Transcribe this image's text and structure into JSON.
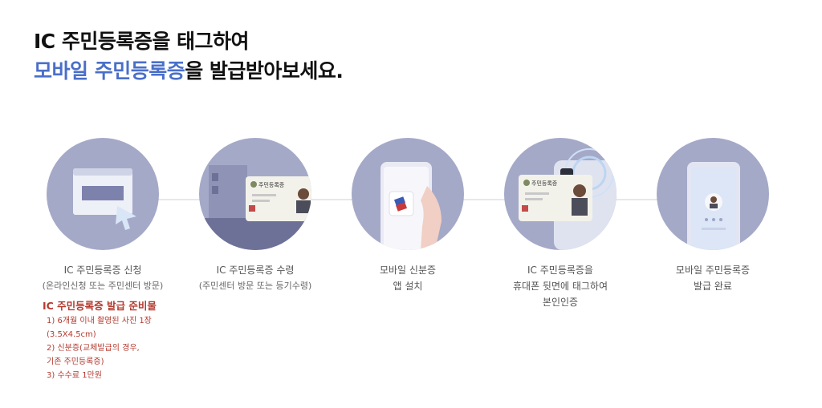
{
  "headline": {
    "line1": "IC 주민등록증을 태그하여",
    "line2_accent": "모바일 주민등록증",
    "line2_rest": "을 발급받아보세요."
  },
  "steps": [
    {
      "icon": "application-form-icon",
      "label": "IC 주민등록증 신청",
      "sub": "(온라인신청 또는 주민센터 방문)"
    },
    {
      "icon": "id-card-receive-icon",
      "label": "IC 주민등록증 수령",
      "sub": "(주민센터 방문 또는 등기수령)"
    },
    {
      "icon": "smartphone-app-icon",
      "label": "모바일 신분증",
      "sub": "앱 설치"
    },
    {
      "icon": "nfc-tag-icon",
      "label": "IC 주민등록증을",
      "sub": "휴대폰 뒷면에 태그하여",
      "sub2": "본인인증"
    },
    {
      "icon": "mobile-id-icon",
      "label": "모바일 주민등록증",
      "sub": "발급 완료"
    }
  ],
  "card_text": "주민등록증",
  "preparation": {
    "title": "IC 주민등록증 발급 준비물",
    "items": [
      "1) 6개월 이내 촬영된 사진 1장",
      "(3.5X4.5cm)",
      "2) 신분증(교체발급의 경우,",
      "기존 주민등록증)",
      "3) 수수료 1만원"
    ]
  },
  "colors": {
    "accent": "#4a6fc9",
    "circle": "#a5a9c8",
    "warning_text": "#b33a2e"
  }
}
